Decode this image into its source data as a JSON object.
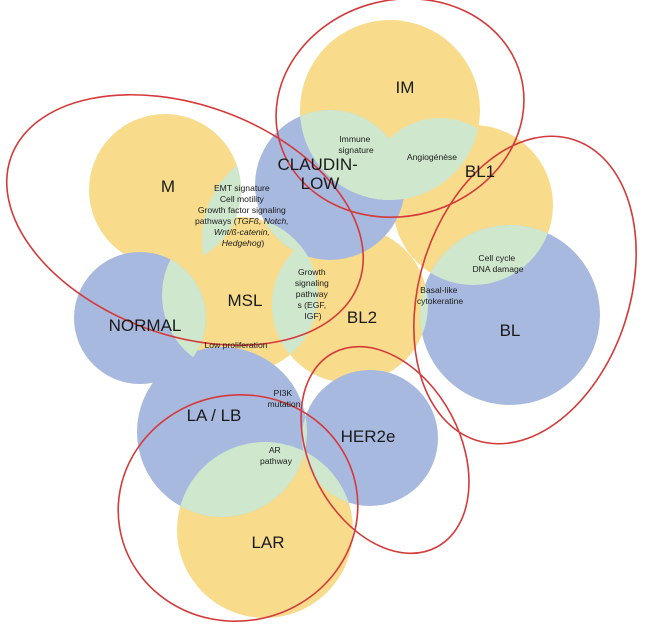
{
  "colors": {
    "yellow": "#f8dc8c",
    "blue": "#a8b9e0",
    "green": "#cfe8cd",
    "outline": "#d43a3a"
  },
  "subtypes": {
    "im": "IM",
    "claudin_low": [
      "CLAUDIN-",
      "LOW"
    ],
    "bl1": "BL1",
    "m": "M",
    "msl": "MSL",
    "bl2": "BL2",
    "normal": "NORMAL",
    "bl": "BL",
    "la_lb": "LA / LB",
    "her2e": "HER2e",
    "lar": "LAR"
  },
  "features": {
    "immune": [
      "Immune",
      "signature"
    ],
    "angiogenese": "Angiogénèse",
    "emt": {
      "line1": "EMT signature",
      "line2": "Cell motility",
      "line3": "Growth factor signaling",
      "line4_prefix": "pathways (",
      "line4_italic": "TGFß, Notch,",
      "line5_italic": "Wnt/ß-catenin,",
      "line6_italic": "Hedgehog",
      "line6_suffix": ")"
    },
    "cell_cycle": [
      "Cell cycle",
      "DNA damage"
    ],
    "basal_like": [
      "Basal-like",
      "cytokeratine"
    ],
    "growth_signaling": [
      "Growth",
      "signaling",
      "pathway",
      "s (EGF,",
      "IGF)"
    ],
    "low_proliferation": "Low proliferation",
    "pi3k": [
      "PI3K",
      "mutation"
    ],
    "ar_pathway": [
      "AR",
      "pathway"
    ]
  }
}
